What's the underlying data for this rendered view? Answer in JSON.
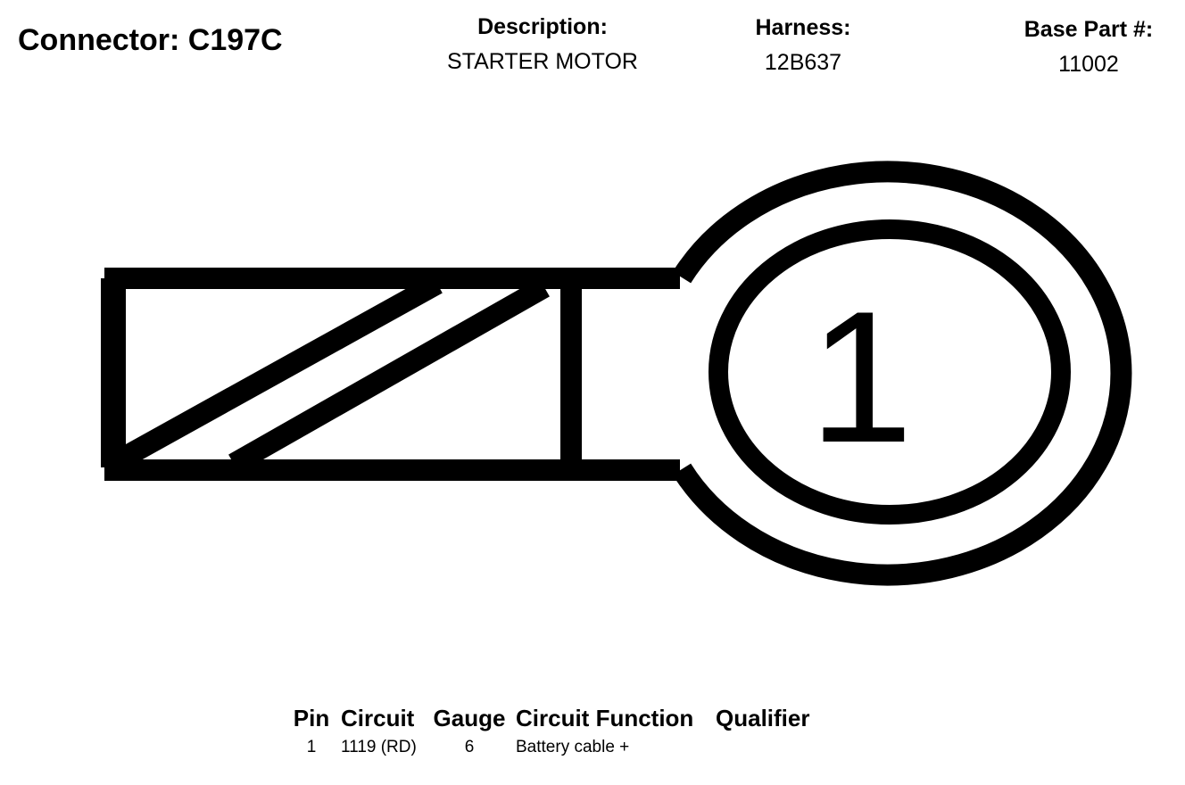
{
  "header": {
    "connector_label": "Connector: C197C",
    "description_label": "Description:",
    "description_value": "STARTER MOTOR",
    "harness_label": "Harness:",
    "harness_value": "12B637",
    "base_part_label": "Base Part #:",
    "base_part_value": "11002"
  },
  "diagram": {
    "pin_number": "1",
    "stroke_color": "#000000",
    "background_color": "#ffffff"
  },
  "pin_table": {
    "columns": [
      "Pin",
      "Circuit",
      "Gauge",
      "Circuit Function",
      "Qualifier"
    ],
    "rows": [
      {
        "pin": "1",
        "circuit": "1119 (RD)",
        "gauge": "6",
        "function": "Battery cable +",
        "qualifier": ""
      }
    ]
  }
}
